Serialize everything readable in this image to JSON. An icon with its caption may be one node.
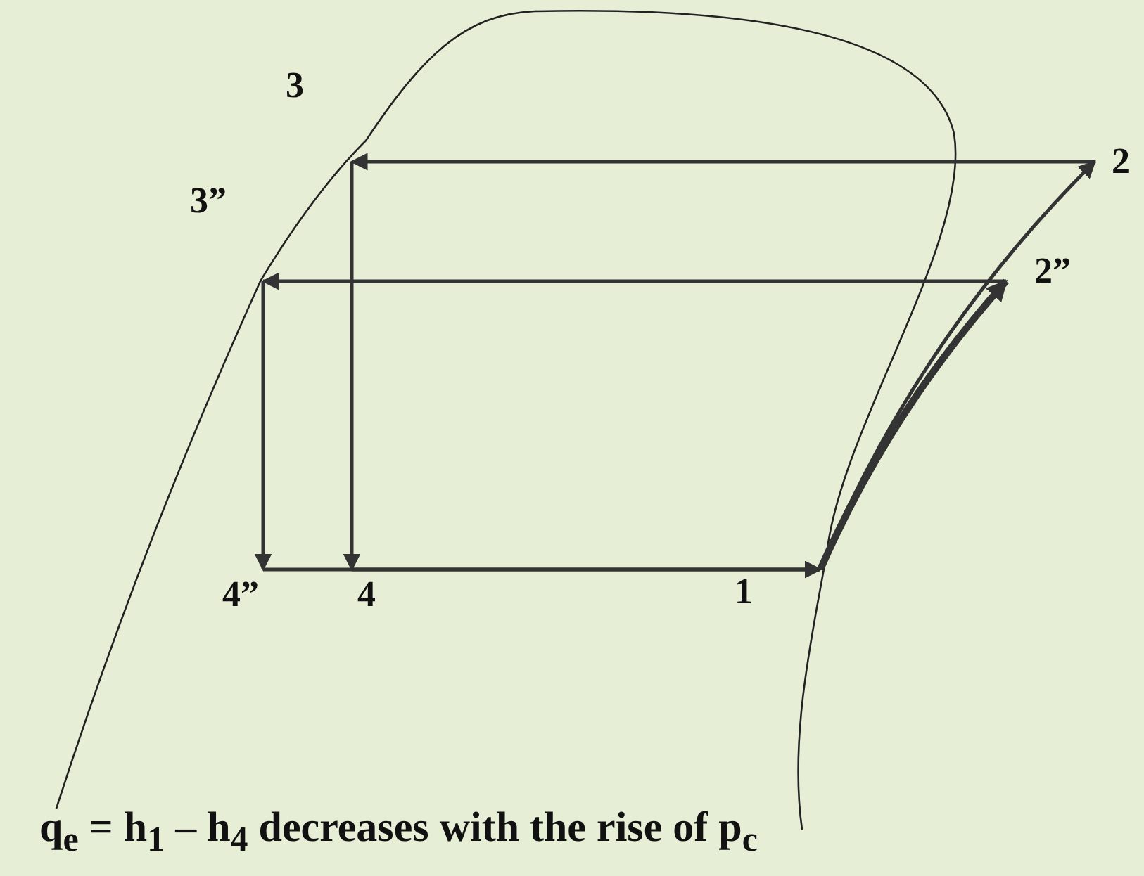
{
  "diagram": {
    "caption": "q$_{e}$ = h$_{1}$ – h$_{4}$ decreases with the rise of p$_{c}$",
    "nodes": [
      {
        "text": [
          "3"
        ]
      },
      {
        "text": [
          "3”"
        ]
      },
      {
        "text": [
          "2"
        ]
      },
      {
        "text": [
          "2”"
        ]
      },
      {
        "text": [
          "4”"
        ]
      },
      {
        "text": [
          "4"
        ]
      },
      {
        "text": [
          "1"
        ]
      }
    ],
    "edges": [
      {
        "from": 6,
        "to": 2,
        "arrow": "to"
      },
      {
        "from": 6,
        "to": 3,
        "arrow": "to",
        "style": "thick"
      },
      {
        "from": 2,
        "to": 0,
        "arrow": "to"
      },
      {
        "from": 3,
        "to": 1,
        "arrow": "to"
      },
      {
        "from": 0,
        "to": 5,
        "arrow": "to"
      },
      {
        "from": 1,
        "to": 4,
        "arrow": "to"
      },
      {
        "from": 4,
        "to": 6,
        "arrow": "to"
      },
      {
        "from": 5,
        "to": 6,
        "arrow": "to"
      }
    ]
  }
}
